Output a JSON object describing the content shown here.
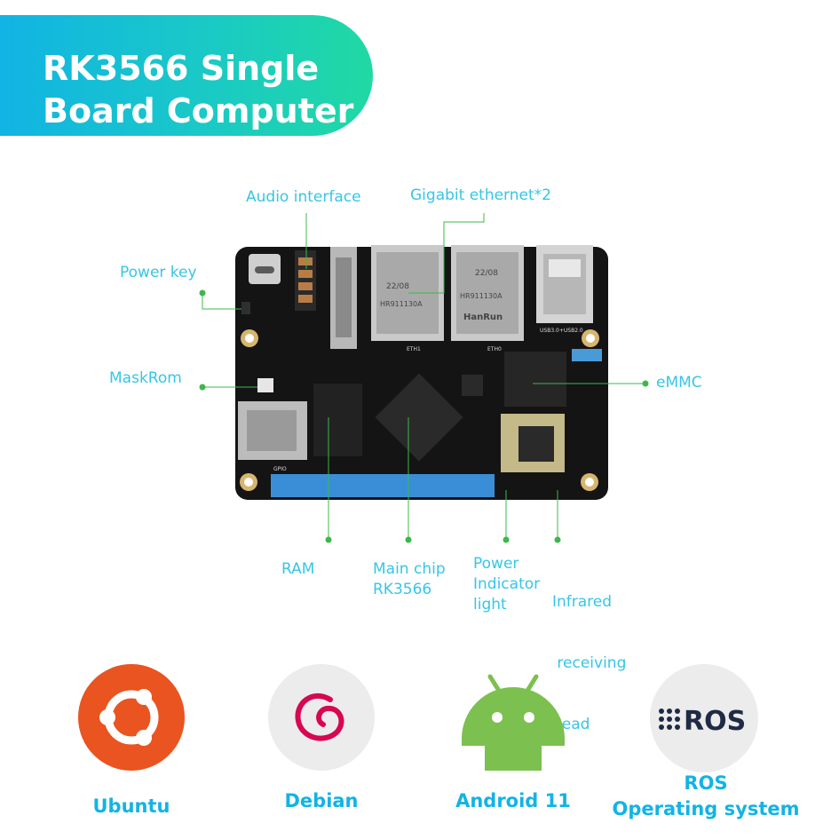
{
  "banner": {
    "title_line1": "RK3566 Single",
    "title_line2": "Board Computer"
  },
  "labels": {
    "audio": "Audio interface",
    "ethernet": "Gigabit ethernet*2",
    "power_key": "Power key",
    "maskrom": "MaskRom",
    "emmc": "eMMC",
    "ram": "RAM",
    "main_chip_1": "Main chip",
    "main_chip_2": "RK3566",
    "power_led_1": "Power",
    "power_led_2": "Indicator",
    "power_led_3": "light",
    "ir_1": "Infrared",
    "ir_2": " receiving",
    "ir_3": "head"
  },
  "board_print": {
    "rj45_a": "HR911130A",
    "rj45_b": "HR911130A",
    "rj45_brand": "HanRun",
    "rj45_date": "22/08",
    "usb": "USB3.0+USB2.0",
    "eth1": "ETH1",
    "eth0": "ETH0",
    "gpio": "GPIO"
  },
  "os": {
    "ubuntu": "Ubuntu",
    "debian": "Debian",
    "android": "Android 11",
    "ros_1": "ROS",
    "ros_2": "Operating system",
    "ros_logo_text": "ROS"
  },
  "colors": {
    "accent": "#37c5e8",
    "leader_dot": "#3cb84a",
    "ubuntu": "#e95420",
    "android": "#7cc04f",
    "debian": "#d70751"
  }
}
